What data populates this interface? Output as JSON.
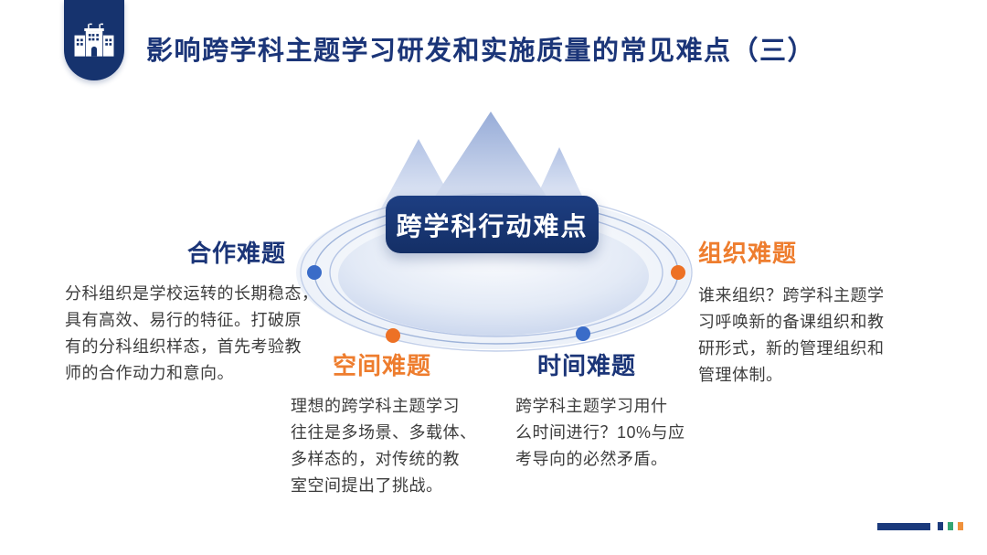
{
  "header": {
    "title": "影响跨学科主题学习研发和实施质量的常见难点（三）",
    "badge_icon": "school-building-icon"
  },
  "center": {
    "pill_label": "跨学科行动难点",
    "graphic": "mountains-on-elliptical-platform-with-orbit-rings"
  },
  "sections": {
    "cooperation": {
      "title": "合作难题",
      "body": "分科组织是学校运转的长期稳态，\n具有高效、易行的特征。打破原\n有的分科组织样态，首先考验教\n师的合作动力和意向。",
      "accent": "#1b3578",
      "dot_color": "#3a6cc8"
    },
    "organization": {
      "title": "组织难题",
      "body": "谁来组织？跨学科主题学\n习呼唤新的备课组织和教\n研形式，新的管理组织和\n管理体制。",
      "accent": "#ee7d2e",
      "dot_color": "#ed7125"
    },
    "space": {
      "title": "空间难题",
      "body": "理想的跨学科主题学习\n往往是多场景、多载体、\n多样态的，对传统的教\n室空间提出了挑战。",
      "accent": "#ee7d2e",
      "dot_color": "#ed7125"
    },
    "time": {
      "title": "时间难题",
      "body": "跨学科主题学习用什\n么时间进行？10%与应\n考导向的必然矛盾。",
      "accent": "#1b3578",
      "dot_color": "#3a6cc8"
    }
  },
  "colors": {
    "navy": "#16336e",
    "title_navy": "#1b3578",
    "orange": "#ee7d2e",
    "dot_blue": "#3a6cc8",
    "dot_orange": "#ed7125",
    "ring_stroke": "#a9bddf",
    "footer_green": "#35a573",
    "footer_orange": "#f0923c",
    "body_text": "#3d3d3d"
  },
  "footer": {
    "bar_color": "#1b3a7c",
    "squares": [
      "#1b3a7c",
      "#35a573",
      "#f0923c"
    ]
  }
}
